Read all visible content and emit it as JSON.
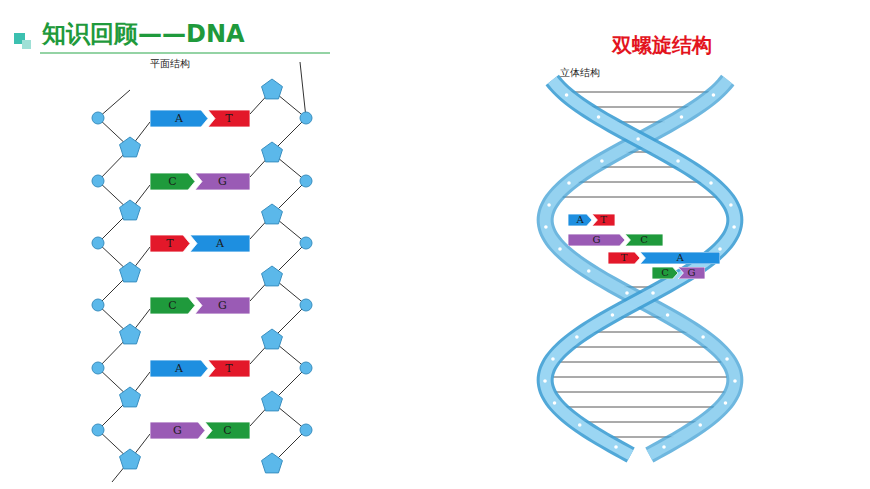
{
  "diagram": {
    "title": "知识回顾——DNA",
    "nodes": [
      {
        "text": [
          "A"
        ]
      },
      {
        "text": [
          "T"
        ]
      },
      {
        "text": [
          "C"
        ]
      },
      {
        "text": [
          "G"
        ]
      },
      {
        "text": [
          "T"
        ]
      },
      {
        "text": [
          "A"
        ]
      },
      {
        "text": [
          "C"
        ]
      },
      {
        "text": [
          "G"
        ]
      },
      {
        "text": [
          "A"
        ]
      },
      {
        "text": [
          "T"
        ]
      },
      {
        "text": [
          "G"
        ]
      },
      {
        "text": [
          "C"
        ]
      },
      {
        "text": [
          "A"
        ]
      },
      {
        "text": [
          "T"
        ]
      },
      {
        "text": [
          "G"
        ]
      },
      {
        "text": [
          "C"
        ]
      },
      {
        "text": [
          "T"
        ]
      },
      {
        "text": [
          "A"
        ]
      },
      {
        "text": [
          "C"
        ]
      },
      {
        "text": [
          "G"
        ]
      }
    ],
    "labels": [
      "双螺旋结构",
      "平面结构",
      "立体结构"
    ]
  }
}
